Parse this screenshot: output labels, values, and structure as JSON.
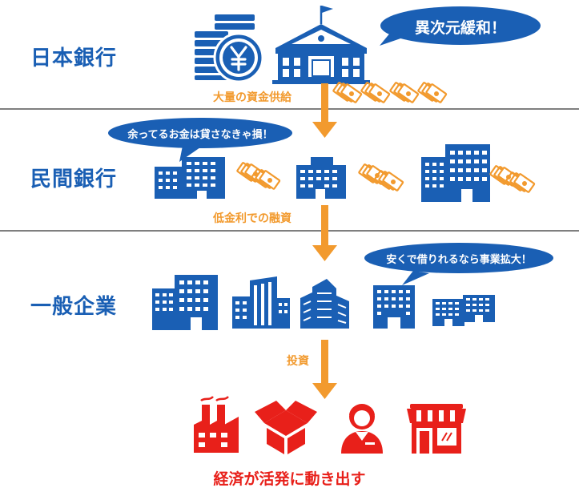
{
  "rows": [
    {
      "label": "日本銀行"
    },
    {
      "label": "民間銀行"
    },
    {
      "label": "一般企業"
    }
  ],
  "flows": [
    {
      "label": "大量の資金供給"
    },
    {
      "label": "低金利での融資"
    },
    {
      "label": "投資"
    }
  ],
  "bubbles": [
    {
      "text": "異次元緩和！"
    },
    {
      "text": "余ってるお金は貸さなきゃ損！"
    },
    {
      "text": "安くで借りれるなら事業拡大！"
    }
  ],
  "result": {
    "text": "経済が活発に動き出す"
  },
  "colors": {
    "blue": "#1a5fb4",
    "orange": "#f29a2e",
    "red": "#e8201a",
    "divider": "#555555"
  },
  "icons": [
    "coins-yen-icon",
    "central-bank-building-icon",
    "money-bundle-icon",
    "office-building-icon",
    "factory-icon",
    "box-icon",
    "person-icon",
    "shop-icon"
  ]
}
